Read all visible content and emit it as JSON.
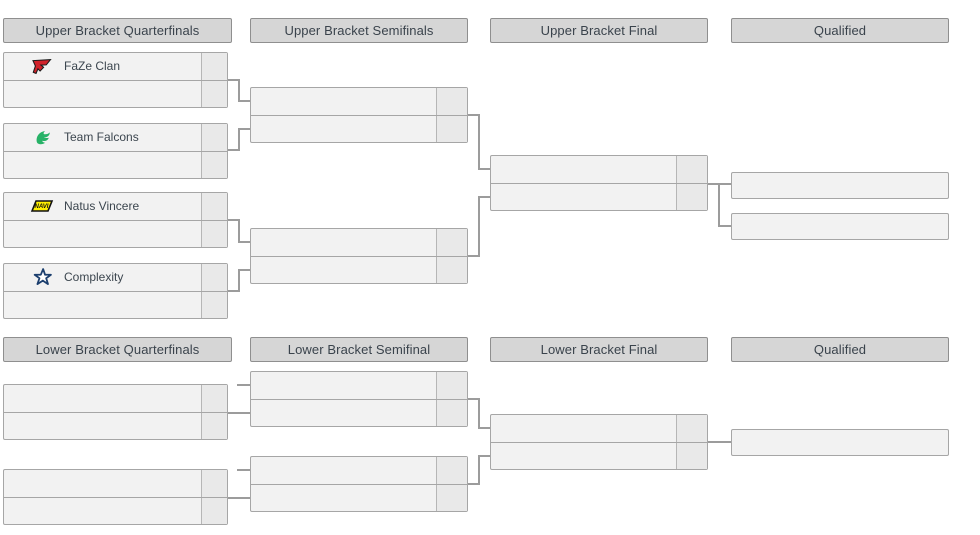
{
  "app": {
    "title": "Tournament Bracket"
  },
  "colors": {
    "header_bg": "#d6d6d6",
    "header_border": "#8f8f8f",
    "box_bg": "#f2f2f2",
    "score_bg": "#e9e9e9",
    "box_border": "#a6a6a6",
    "connector_line": "#9c9c9c",
    "text": "#3c464f",
    "faze_red": "#d1222a",
    "falcons_green": "#27b267",
    "navi_yellow": "#ffef00",
    "complexity_navy": "#1c3f6e"
  },
  "icons": [
    "faze-clan-logo",
    "team-falcons-logo",
    "natus-vincere-logo",
    "complexity-logo"
  ],
  "upper_bracket": {
    "headers": [
      "Upper Bracket Quarterfinals",
      "Upper Bracket Semifinals",
      "Upper Bracket Final",
      "Qualified"
    ],
    "quarterfinals": [
      {
        "top": {
          "team": "FaZe Clan",
          "logo": "faze-clan-logo",
          "score": ""
        },
        "bottom": {
          "team": "",
          "score": ""
        }
      },
      {
        "top": {
          "team": "Team Falcons",
          "logo": "team-falcons-logo",
          "score": ""
        },
        "bottom": {
          "team": "",
          "score": ""
        }
      },
      {
        "top": {
          "team": "Natus Vincere",
          "logo": "natus-vincere-logo",
          "score": ""
        },
        "bottom": {
          "team": "",
          "score": ""
        }
      },
      {
        "top": {
          "team": "Complexity",
          "logo": "complexity-logo",
          "score": ""
        },
        "bottom": {
          "team": "",
          "score": ""
        }
      }
    ],
    "semifinals": [
      {
        "top": {
          "team": "",
          "score": ""
        },
        "bottom": {
          "team": "",
          "score": ""
        }
      },
      {
        "top": {
          "team": "",
          "score": ""
        },
        "bottom": {
          "team": "",
          "score": ""
        }
      }
    ],
    "final": {
      "top": {
        "team": "",
        "score": ""
      },
      "bottom": {
        "team": "",
        "score": ""
      }
    },
    "qualified": [
      {
        "team": ""
      },
      {
        "team": ""
      }
    ]
  },
  "lower_bracket": {
    "headers": [
      "Lower Bracket Quarterfinals",
      "Lower Bracket Semifinal",
      "Lower Bracket Final",
      "Qualified"
    ],
    "quarterfinals": [
      {
        "top": {
          "team": "",
          "score": ""
        },
        "bottom": {
          "team": "",
          "score": ""
        }
      },
      {
        "top": {
          "team": "",
          "score": ""
        },
        "bottom": {
          "team": "",
          "score": ""
        }
      }
    ],
    "semifinals": [
      {
        "top": {
          "team": "",
          "score": ""
        },
        "bottom": {
          "team": "",
          "score": ""
        }
      },
      {
        "top": {
          "team": "",
          "score": ""
        },
        "bottom": {
          "team": "",
          "score": ""
        }
      }
    ],
    "final": {
      "top": {
        "team": "",
        "score": ""
      },
      "bottom": {
        "team": "",
        "score": ""
      }
    },
    "qualified": [
      {
        "team": ""
      }
    ]
  }
}
